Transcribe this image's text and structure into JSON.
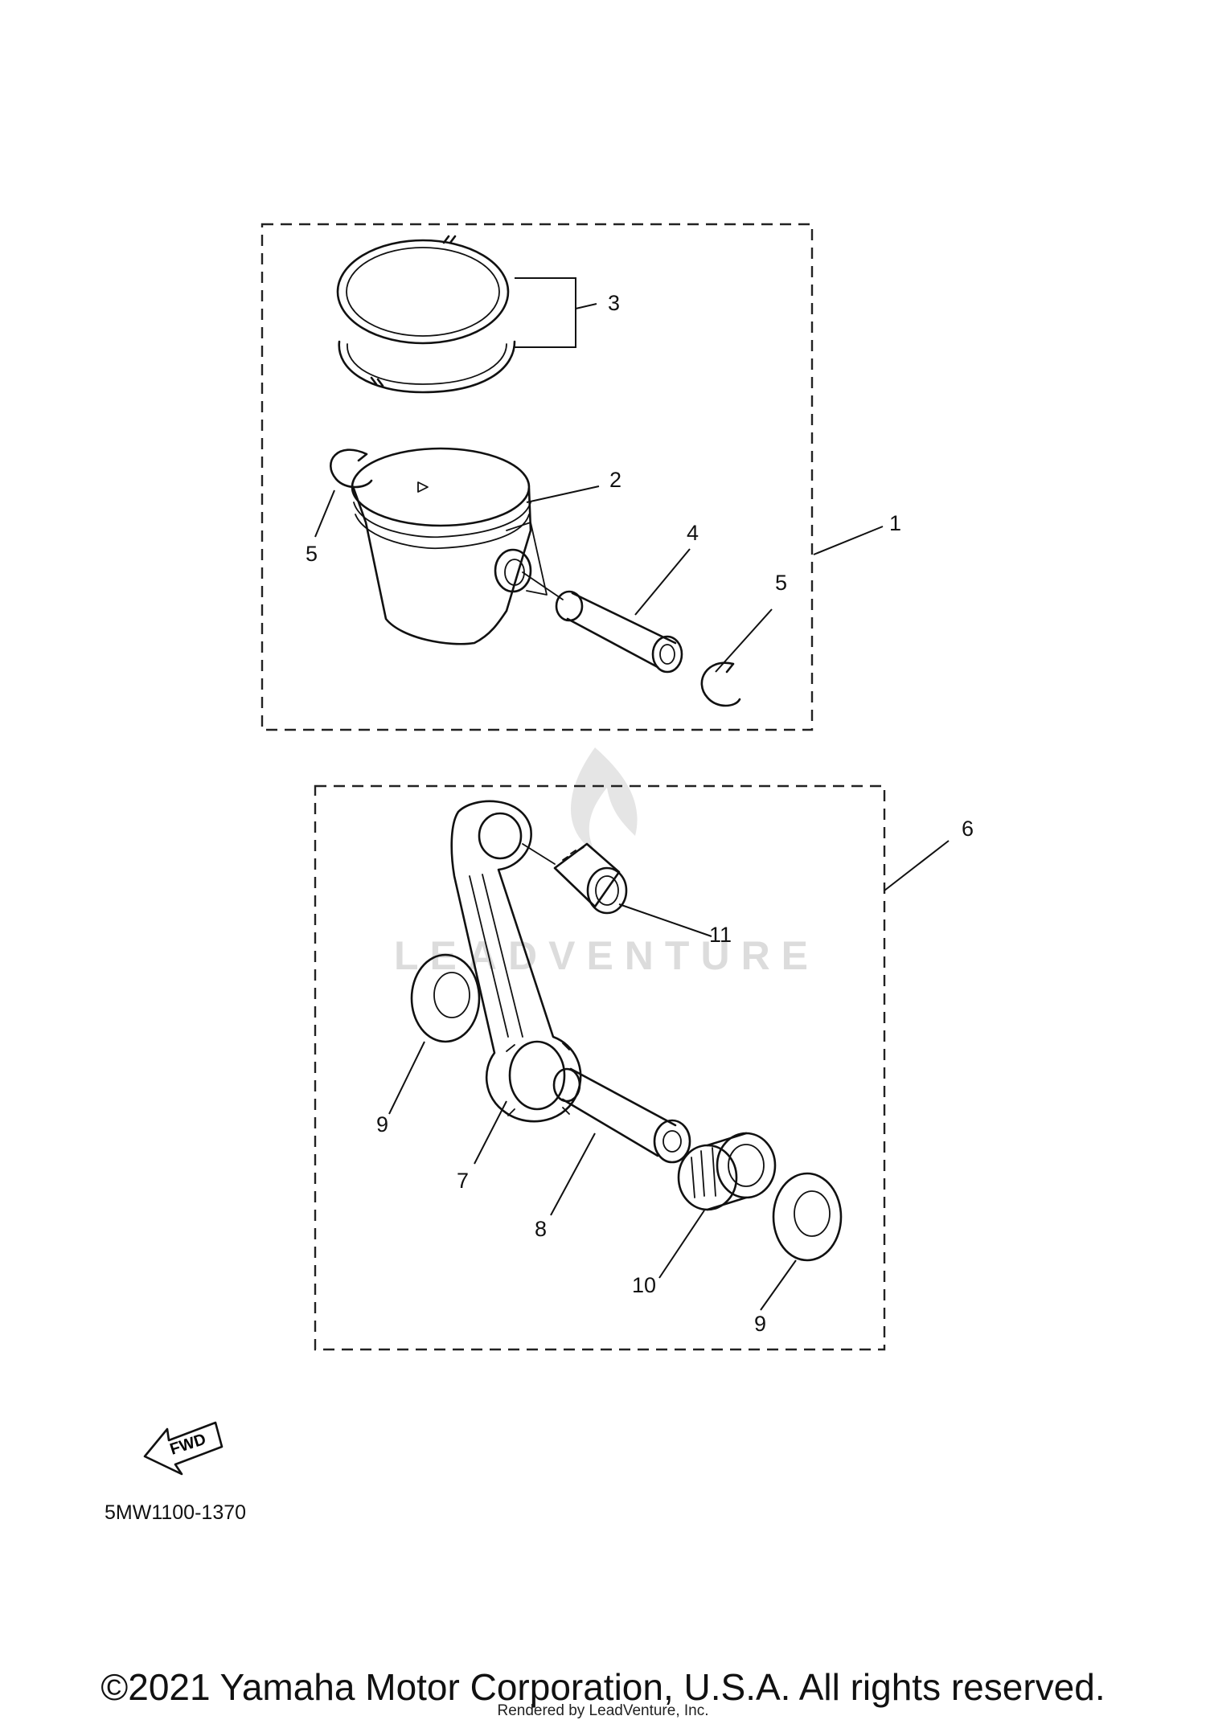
{
  "diagram": {
    "callouts": {
      "c1": "1",
      "c2": "2",
      "c3": "3",
      "c4": "4",
      "c5a": "5",
      "c5b": "5",
      "c6": "6",
      "c7": "7",
      "c8": "8",
      "c9a": "9",
      "c9b": "9",
      "c10": "10",
      "c11": "11"
    },
    "fwd_label": "FWD",
    "part_code": "5MW1100-1370",
    "watermark": "LEADVENTURE"
  },
  "footer": {
    "copyright": "©2021 Yamaha Motor Corporation, U.S.A. All rights reserved.",
    "rendered_by": "Rendered by LeadVenture, Inc."
  }
}
